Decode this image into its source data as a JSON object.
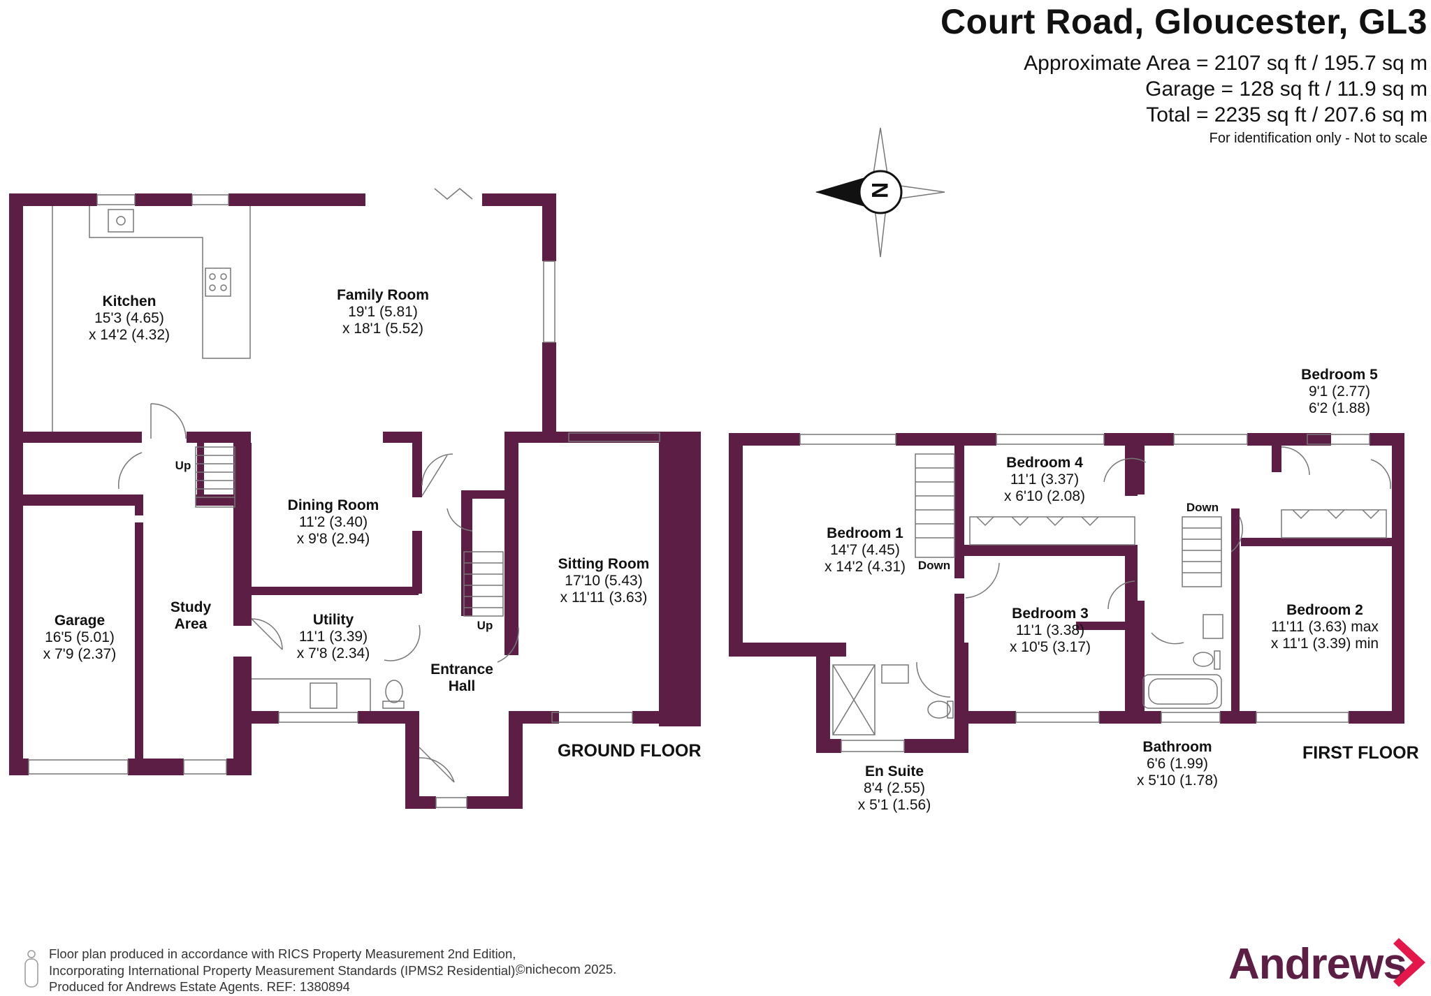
{
  "header": {
    "title": "Court Road, Gloucester, GL3",
    "approx_area": "Approximate Area = 2107 sq ft / 195.7 sq m",
    "garage_area": "Garage = 128 sq ft / 11.9 sq m",
    "total_area": "Total = 2235 sq ft / 207.6 sq m",
    "note": "For identification only - Not to scale"
  },
  "compass": {
    "letter": "N"
  },
  "ground_floor": {
    "label": "GROUND FLOOR",
    "rooms": {
      "kitchen": {
        "name": "Kitchen",
        "dim1": "15'3 (4.65)",
        "dim2": "x 14'2 (4.32)"
      },
      "family": {
        "name": "Family Room",
        "dim1": "19'1 (5.81)",
        "dim2": "x 18'1 (5.52)"
      },
      "dining": {
        "name": "Dining Room",
        "dim1": "11'2 (3.40)",
        "dim2": "x 9'8 (2.94)"
      },
      "sitting": {
        "name": "Sitting Room",
        "dim1": "17'10 (5.43)",
        "dim2": "x 11'11 (3.63)"
      },
      "garage": {
        "name": "Garage",
        "dim1": "16'5 (5.01)",
        "dim2": "x 7'9 (2.37)"
      },
      "study": {
        "name1": "Study",
        "name2": "Area"
      },
      "utility": {
        "name": "Utility",
        "dim1": "11'1 (3.39)",
        "dim2": "x 7'8 (2.34)"
      },
      "hall": {
        "name1": "Entrance",
        "name2": "Hall"
      }
    },
    "stairs_up_1": "Up",
    "stairs_up_2": "Up"
  },
  "first_floor": {
    "label": "FIRST FLOOR",
    "rooms": {
      "bed1": {
        "name": "Bedroom 1",
        "dim1": "14'7 (4.45)",
        "dim2": "x 14'2 (4.31)"
      },
      "bed2": {
        "name": "Bedroom 2",
        "dim1": "11'11 (3.63) max",
        "dim2": "x 11'1 (3.39) min"
      },
      "bed3": {
        "name": "Bedroom 3",
        "dim1": "11'1 (3.38)",
        "dim2": "x 10'5 (3.17)"
      },
      "bed4": {
        "name": "Bedroom 4",
        "dim1": "11'1 (3.37)",
        "dim2": "x 6'10 (2.08)"
      },
      "bed5": {
        "name": "Bedroom 5",
        "dim1": "9'1 (2.77)",
        "dim2": "6'2 (1.88)"
      },
      "ensuite": {
        "name": "En Suite",
        "dim1": "8'4 (2.55)",
        "dim2": "x 5'1 (1.56)"
      },
      "bathroom": {
        "name": "Bathroom",
        "dim1": "6'6 (1.99)",
        "dim2": "x 5'10 (1.78)"
      }
    },
    "stairs_down_1": "Down",
    "stairs_down_2": "Down"
  },
  "footer": {
    "line1": "Floor plan produced in accordance with RICS Property Measurement 2nd Edition,",
    "line2": "Incorporating International Property Measurement Standards (IPMS2 Residential).",
    "copyright": "©nichecom 2025.",
    "line3": "Produced for Andrews Estate Agents.   REF: 1380894"
  },
  "brand": {
    "name": "Andrews",
    "color": "#5c1e44"
  },
  "colors": {
    "wall": "#5c1e44",
    "fixture": "#777777"
  }
}
